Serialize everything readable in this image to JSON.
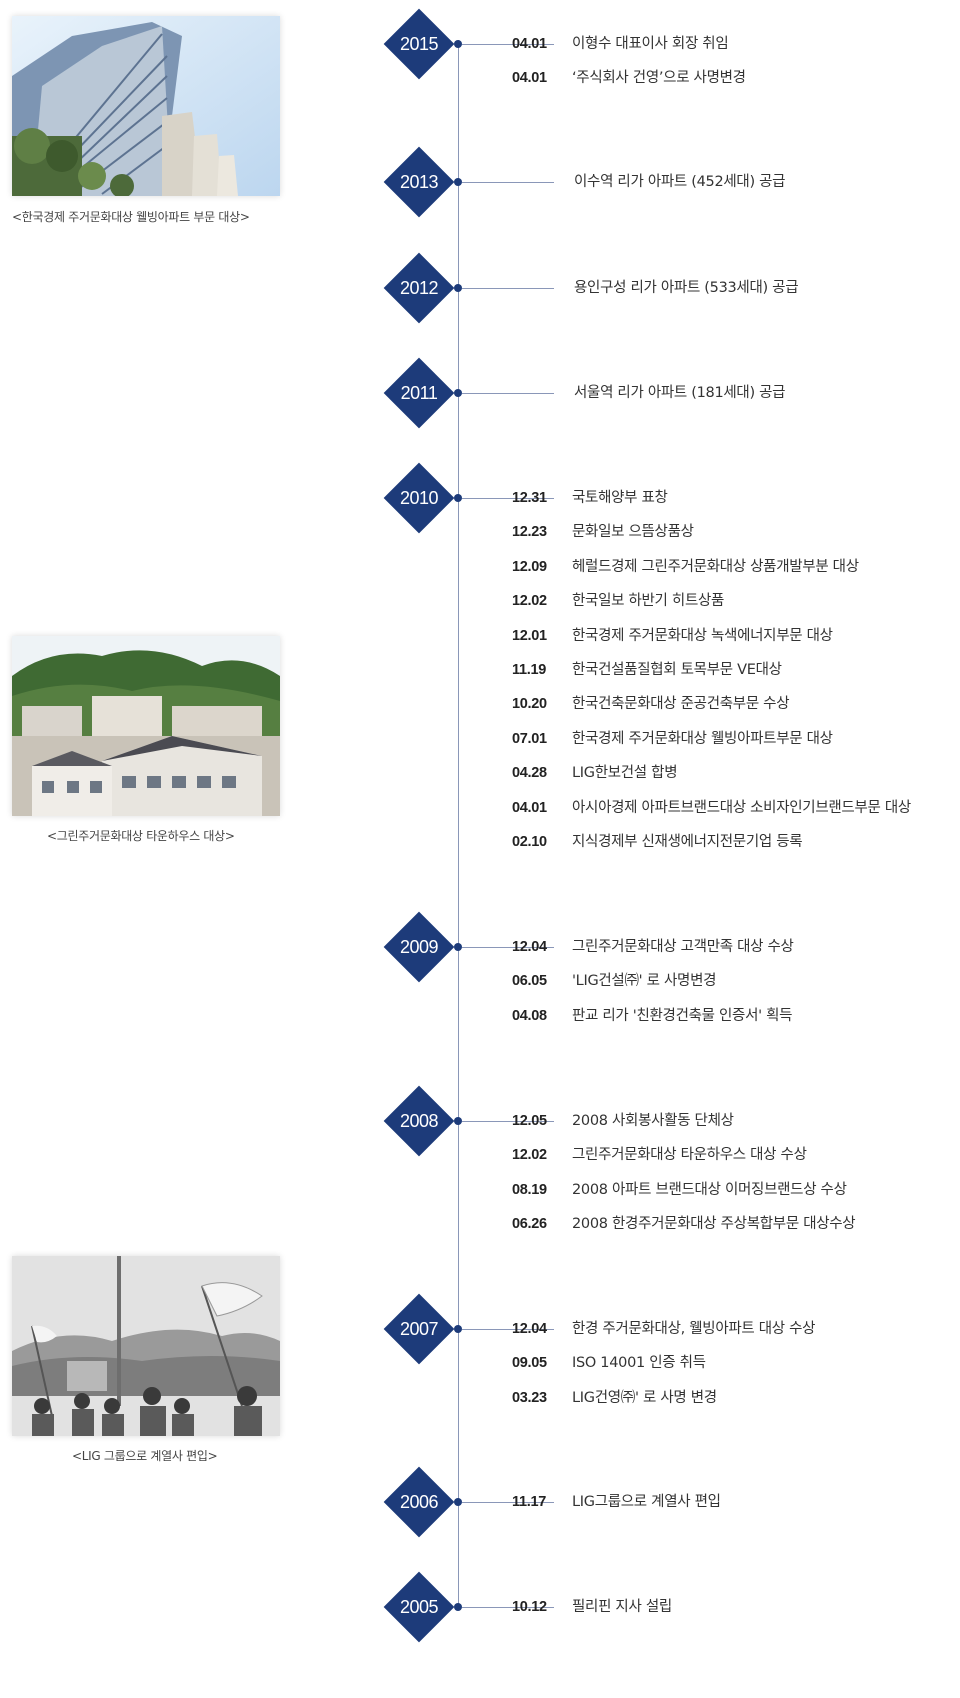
{
  "timeline": [
    {
      "year": "2015",
      "events": [
        {
          "date": "04.01",
          "text": "이형수 대표이사 회장 취임"
        },
        {
          "date": "04.01",
          "text": "‘주식회사 건영’으로 사명변경"
        }
      ]
    },
    {
      "year": "2013",
      "events": [
        {
          "date": "",
          "text": "이수역 리가 아파트 (452세대) 공급"
        }
      ]
    },
    {
      "year": "2012",
      "events": [
        {
          "date": "",
          "text": "용인구성 리가 아파트 (533세대) 공급"
        }
      ]
    },
    {
      "year": "2011",
      "events": [
        {
          "date": "",
          "text": "서울역 리가 아파트 (181세대) 공급"
        }
      ]
    },
    {
      "year": "2010",
      "events": [
        {
          "date": "12.31",
          "text": "국토해양부 표창"
        },
        {
          "date": "12.23",
          "text": "문화일보 으뜸상품상"
        },
        {
          "date": "12.09",
          "text": "헤럴드경제 그린주거문화대상 상품개발부분 대상"
        },
        {
          "date": "12.02",
          "text": "한국일보 하반기 히트상품"
        },
        {
          "date": "12.01",
          "text": "한국경제 주거문화대상 녹색에너지부문 대상"
        },
        {
          "date": "11.19",
          "text": "한국건설품질협회 토목부문 VE대상"
        },
        {
          "date": "10.20",
          "text": "한국건축문화대상 준공건축부문 수상"
        },
        {
          "date": "07.01",
          "text": "한국경제 주거문화대상 웰빙아파트부문 대상"
        },
        {
          "date": "04.28",
          "text": "LIG한보건설 합병"
        },
        {
          "date": "04.01",
          "text": "아시아경제 아파트브랜드대상 소비자인기브랜드부문 대상"
        },
        {
          "date": "02.10",
          "text": "지식경제부 신재생에너지전문기업 등록"
        }
      ]
    },
    {
      "year": "2009",
      "events": [
        {
          "date": "12.04",
          "text": "그린주거문화대상 고객만족 대상 수상"
        },
        {
          "date": "06.05",
          "text": "'LIG건설㈜' 로 사명변경"
        },
        {
          "date": "04.08",
          "text": "판교 리가 '친환경건축물 인증서' 획득"
        }
      ]
    },
    {
      "year": "2008",
      "events": [
        {
          "date": "12.05",
          "text": "2008 사회봉사활동 단체상"
        },
        {
          "date": "12.02",
          "text": "그린주거문화대상 타운하우스 대상 수상"
        },
        {
          "date": "08.19",
          "text": "2008 아파트 브랜드대상 이머징브랜드상 수상"
        },
        {
          "date": "06.26",
          "text": "2008 한경주거문화대상 주상복합부문 대상수상"
        }
      ]
    },
    {
      "year": "2007",
      "events": [
        {
          "date": "12.04",
          "text": "한경 주거문화대상, 웰빙아파트 대상 수상"
        },
        {
          "date": "09.05",
          "text": "ISO 14001 인증 취득"
        },
        {
          "date": "03.23",
          "text": "LIG건영㈜' 로 사명 변경"
        }
      ]
    },
    {
      "year": "2006",
      "events": [
        {
          "date": "11.17",
          "text": "LIG그룹으로 계열사 편입"
        }
      ]
    },
    {
      "year": "2005",
      "events": [
        {
          "date": "10.12",
          "text": "필리핀 지사 설립"
        }
      ]
    }
  ],
  "photos": [
    {
      "caption": "<한국경제 주거문화대상 웰빙아파트 부문 대상>"
    },
    {
      "caption": "<그린주거문화대상 타운하우스 대상>"
    },
    {
      "caption": "<LIG 그룹으로 계열사 편입>"
    }
  ]
}
